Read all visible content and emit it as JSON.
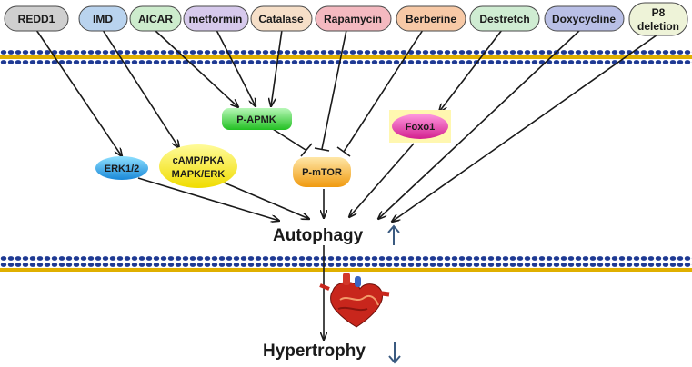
{
  "stimuli": [
    {
      "id": "redd1",
      "label": "REDD1",
      "color": "#cfcfcf"
    },
    {
      "id": "imd",
      "label": "IMD",
      "color": "#b9d3ee"
    },
    {
      "id": "aicar",
      "label": "AICAR",
      "color": "#cdeccd"
    },
    {
      "id": "metformin",
      "label": "metformin",
      "color": "#d6c9ec"
    },
    {
      "id": "catalase",
      "label": "Catalase",
      "color": "#f6dfc8"
    },
    {
      "id": "rapamycin",
      "label": "Rapamycin",
      "color": "#f4b9c0"
    },
    {
      "id": "berberine",
      "label": "Berberine",
      "color": "#f7c9a6"
    },
    {
      "id": "destretch",
      "label": "Destretch",
      "color": "#cfecd2"
    },
    {
      "id": "doxycycline",
      "label": "Doxycycline",
      "color": "#b9bfe6"
    },
    {
      "id": "p8_deletion",
      "label_line1": "P8",
      "label_line2": "deletion",
      "color": "#eef3d8"
    }
  ],
  "mediators": {
    "p_ampk": {
      "label": "P-APMK",
      "color": "#2fd02f"
    },
    "erk": {
      "label": "ERK1/2",
      "color": "#2aa6e6"
    },
    "camp": {
      "label_line1": "cAMP/PKA",
      "label_line2": "MAPK/ERK",
      "color": "#f3e800"
    },
    "p_mtor": {
      "label": "P-mTOR",
      "color": "#f3a21c"
    },
    "foxo1": {
      "label": "Foxo1",
      "color": "#e13ba6"
    }
  },
  "outcomes": {
    "autophagy": {
      "label": "Autophagy",
      "direction": "up"
    },
    "hypertrophy": {
      "label": "Hypertrophy",
      "direction": "down"
    }
  },
  "colors": {
    "membrane_blue": "#1f3a93",
    "membrane_gold": "#e0b000",
    "arrow": "#1a1a1a",
    "trend_arrow": "#3a5a80"
  },
  "icons": {
    "heart": "heart-icon"
  }
}
